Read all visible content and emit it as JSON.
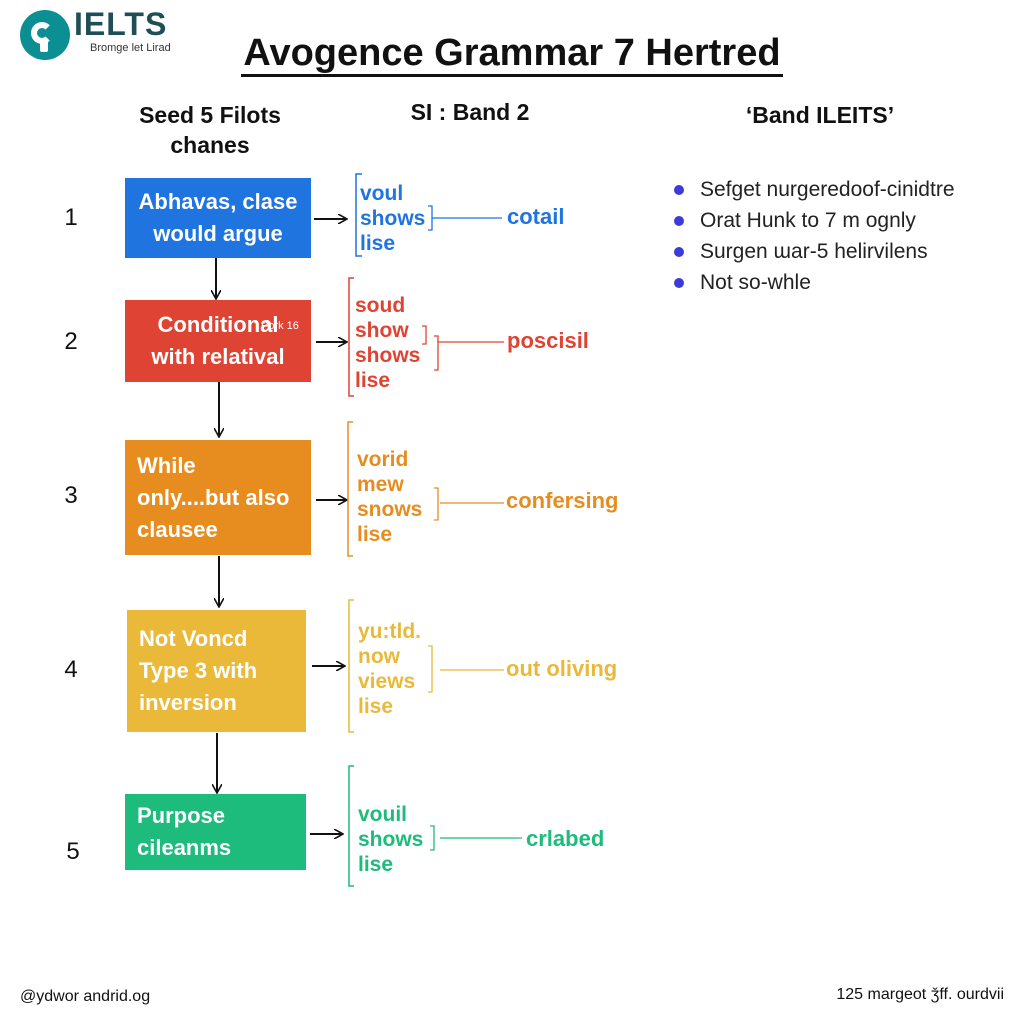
{
  "logo": {
    "text": "IELTS",
    "subtitle": "Bromge let Lirad"
  },
  "title": "Avogence Grammar 7 Hertred",
  "columns": {
    "left": "Seed 5 Filots chanes",
    "middle": "SI : Band 2",
    "right": "‘Band ILEITS’"
  },
  "rows": [
    {
      "num": "1",
      "box": "Abhavas, clase would argue",
      "words": [
        "voul",
        "shows",
        "lise"
      ],
      "result": "cotail",
      "color": "#1f74e0"
    },
    {
      "num": "2",
      "box": "Conditional with relatival",
      "note": "Pork 16",
      "words": [
        "soud",
        "show",
        "shows",
        "lise"
      ],
      "result": "poscisil",
      "color": "#df4333"
    },
    {
      "num": "3",
      "box": "While only....but also clausee",
      "words": [
        "vorid",
        "mew",
        "snows",
        "lise"
      ],
      "result": "confersing",
      "color": "#e78d20"
    },
    {
      "num": "4",
      "box": "Not Voncd Type 3 with inversion",
      "words": [
        "yu:tld.",
        "now",
        "views",
        "lise"
      ],
      "result": "out oliving",
      "color": "#eab93a"
    },
    {
      "num": "5",
      "box": "Purpose cileanms",
      "words": [
        "vouil",
        "shows",
        "lise"
      ],
      "result": "crlabed",
      "color": "#1dbb7c"
    }
  ],
  "bullets": [
    "Sefget nurgeredoof-cinidtre",
    "Orat Hunk to 7 m ognly",
    "Surgen ɯar-5 helirvilens",
    "Not so-whle"
  ],
  "footer": {
    "left": "@ydwor andrid.og",
    "right": "125 margeot ǯff. ourdvii"
  }
}
